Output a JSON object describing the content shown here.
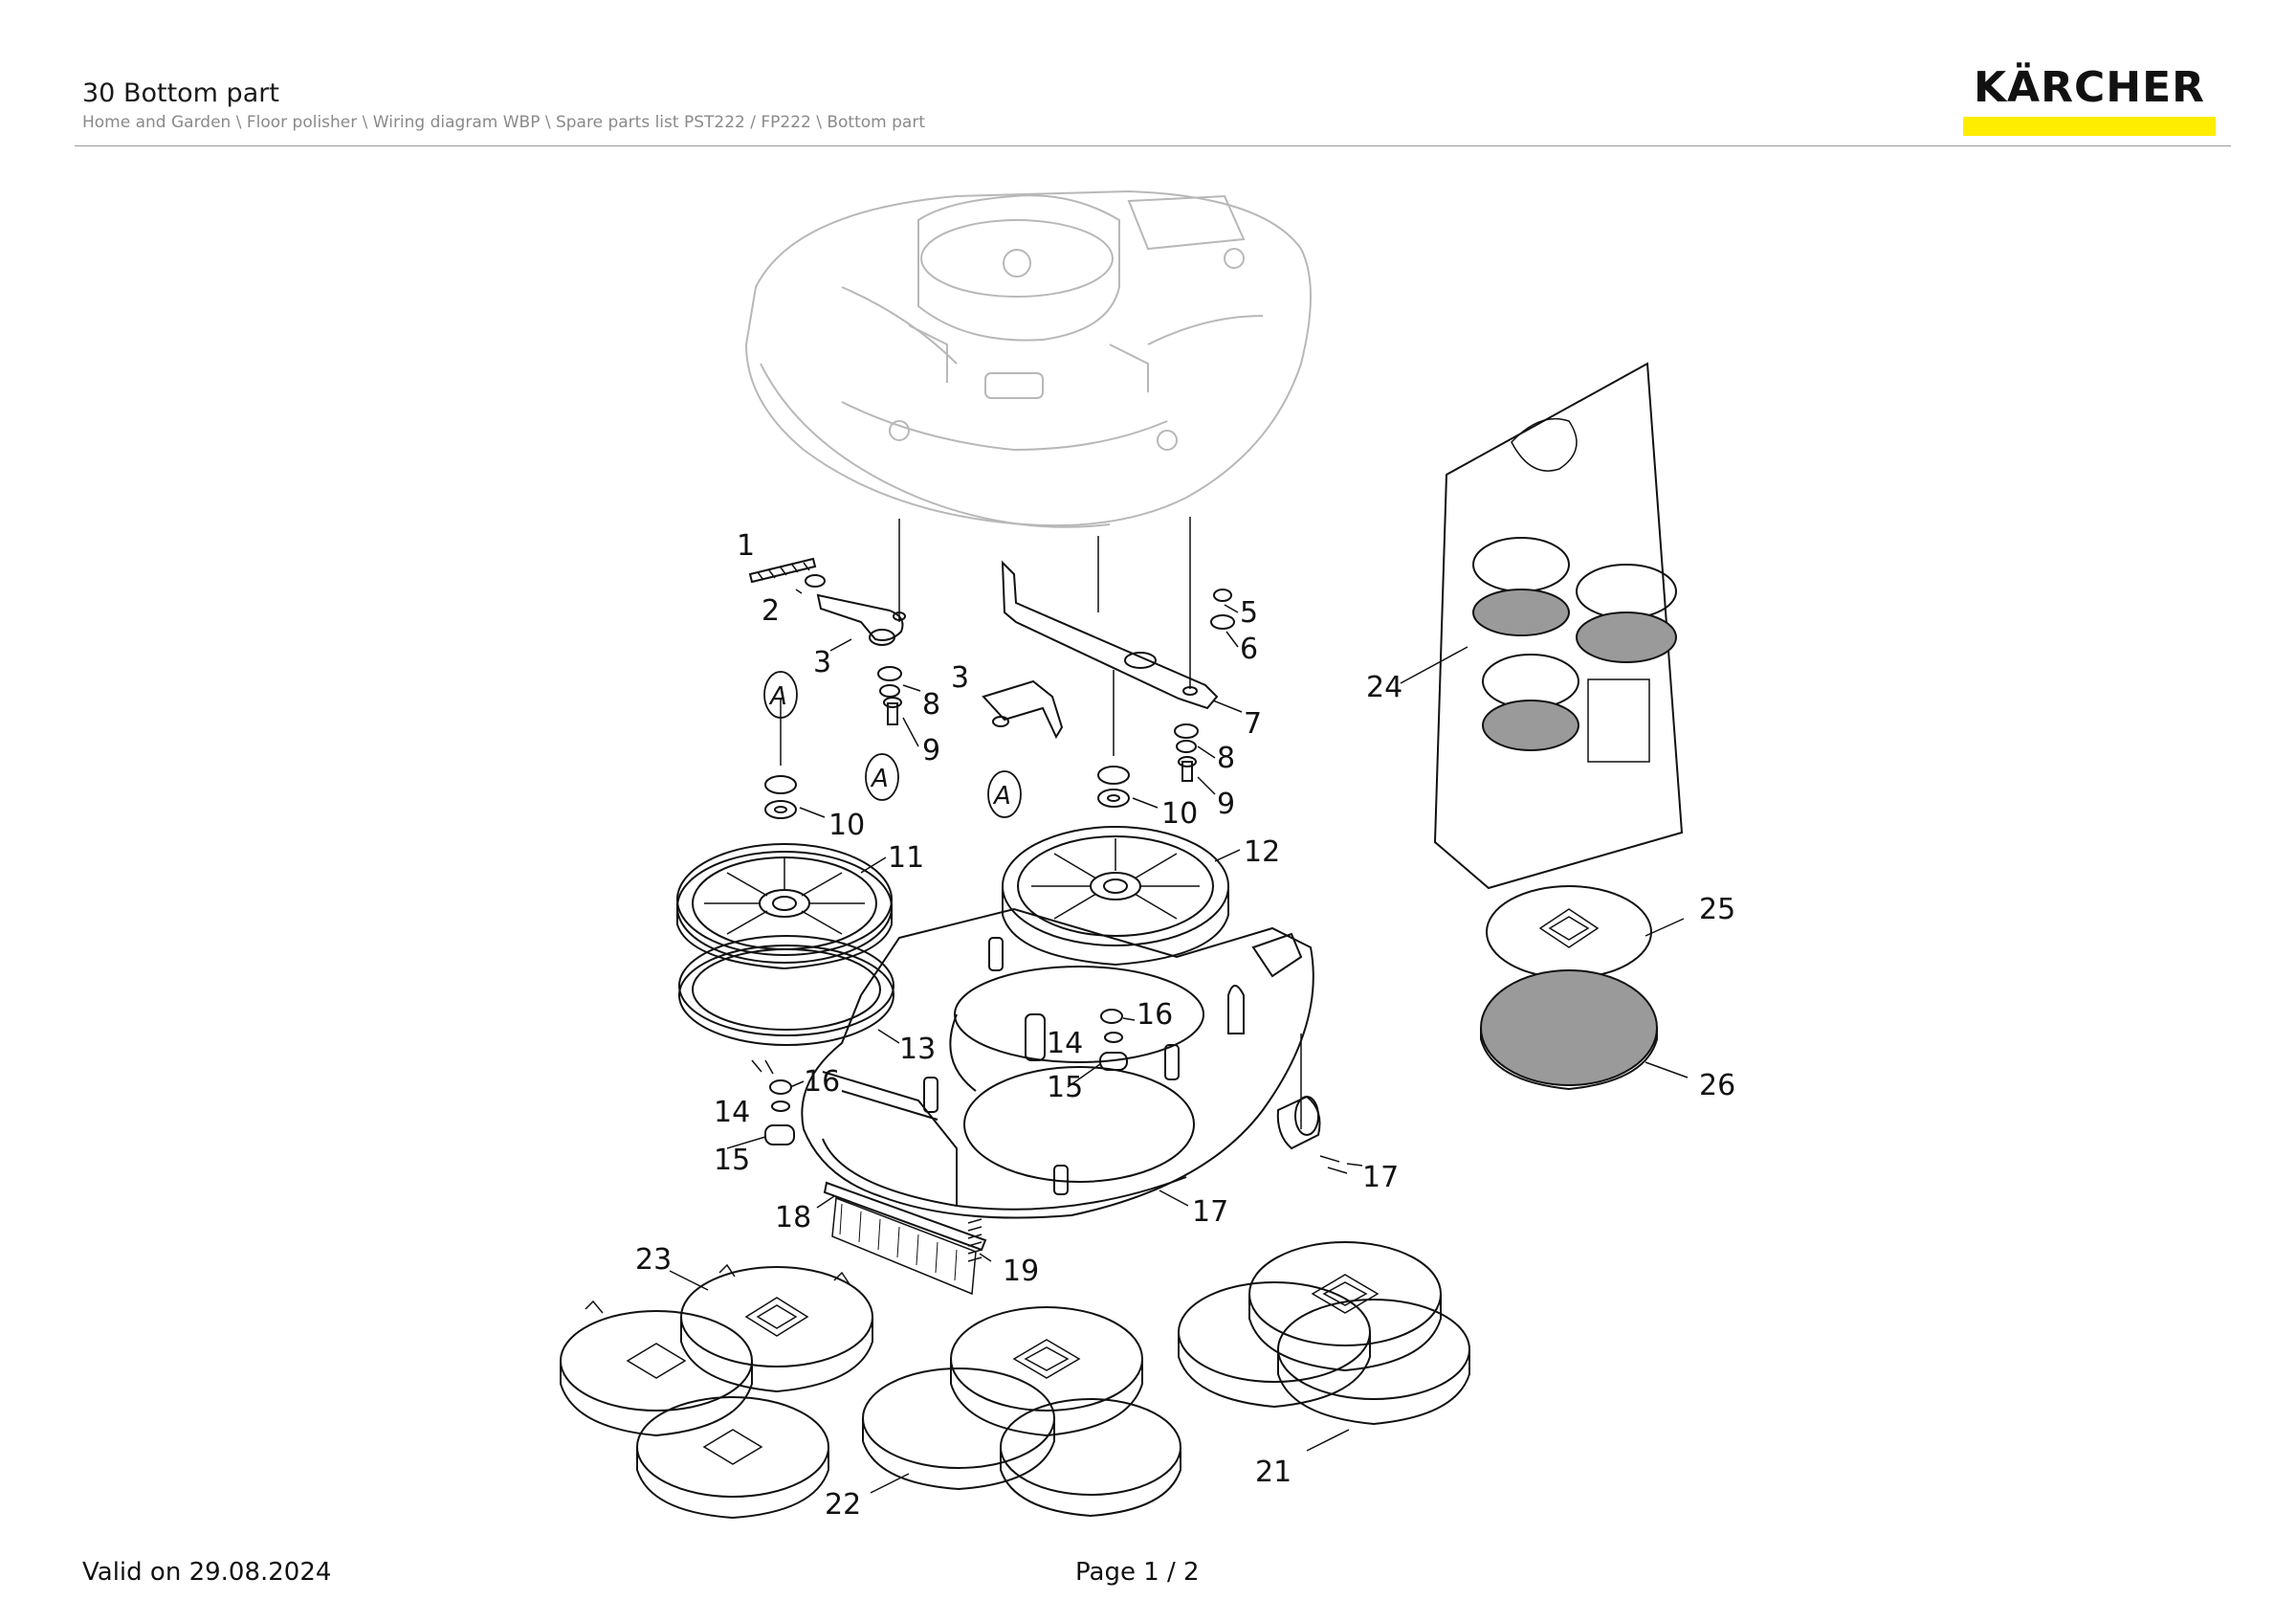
{
  "header": {
    "title": "30 Bottom part",
    "breadcrumb": "Home and Garden \\ Floor polisher \\ Wiring diagram WBP \\ Spare parts list PST222 / FP222 \\ Bottom part",
    "logo_text": "KÄRCHER",
    "logo_bar_color": "#ffed00"
  },
  "diagram": {
    "callouts": [
      "1",
      "2",
      "3",
      "3",
      "5",
      "6",
      "7",
      "8",
      "8",
      "9",
      "9",
      "10",
      "10",
      "11",
      "12",
      "13",
      "14",
      "14",
      "15",
      "15",
      "16",
      "16",
      "17",
      "17",
      "18",
      "19",
      "21",
      "22",
      "23",
      "24",
      "25",
      "26"
    ],
    "markers": [
      "A",
      "A",
      "A"
    ]
  },
  "footer": {
    "valid": "Valid on 29.08.2024",
    "page": "Page 1 / 2"
  }
}
